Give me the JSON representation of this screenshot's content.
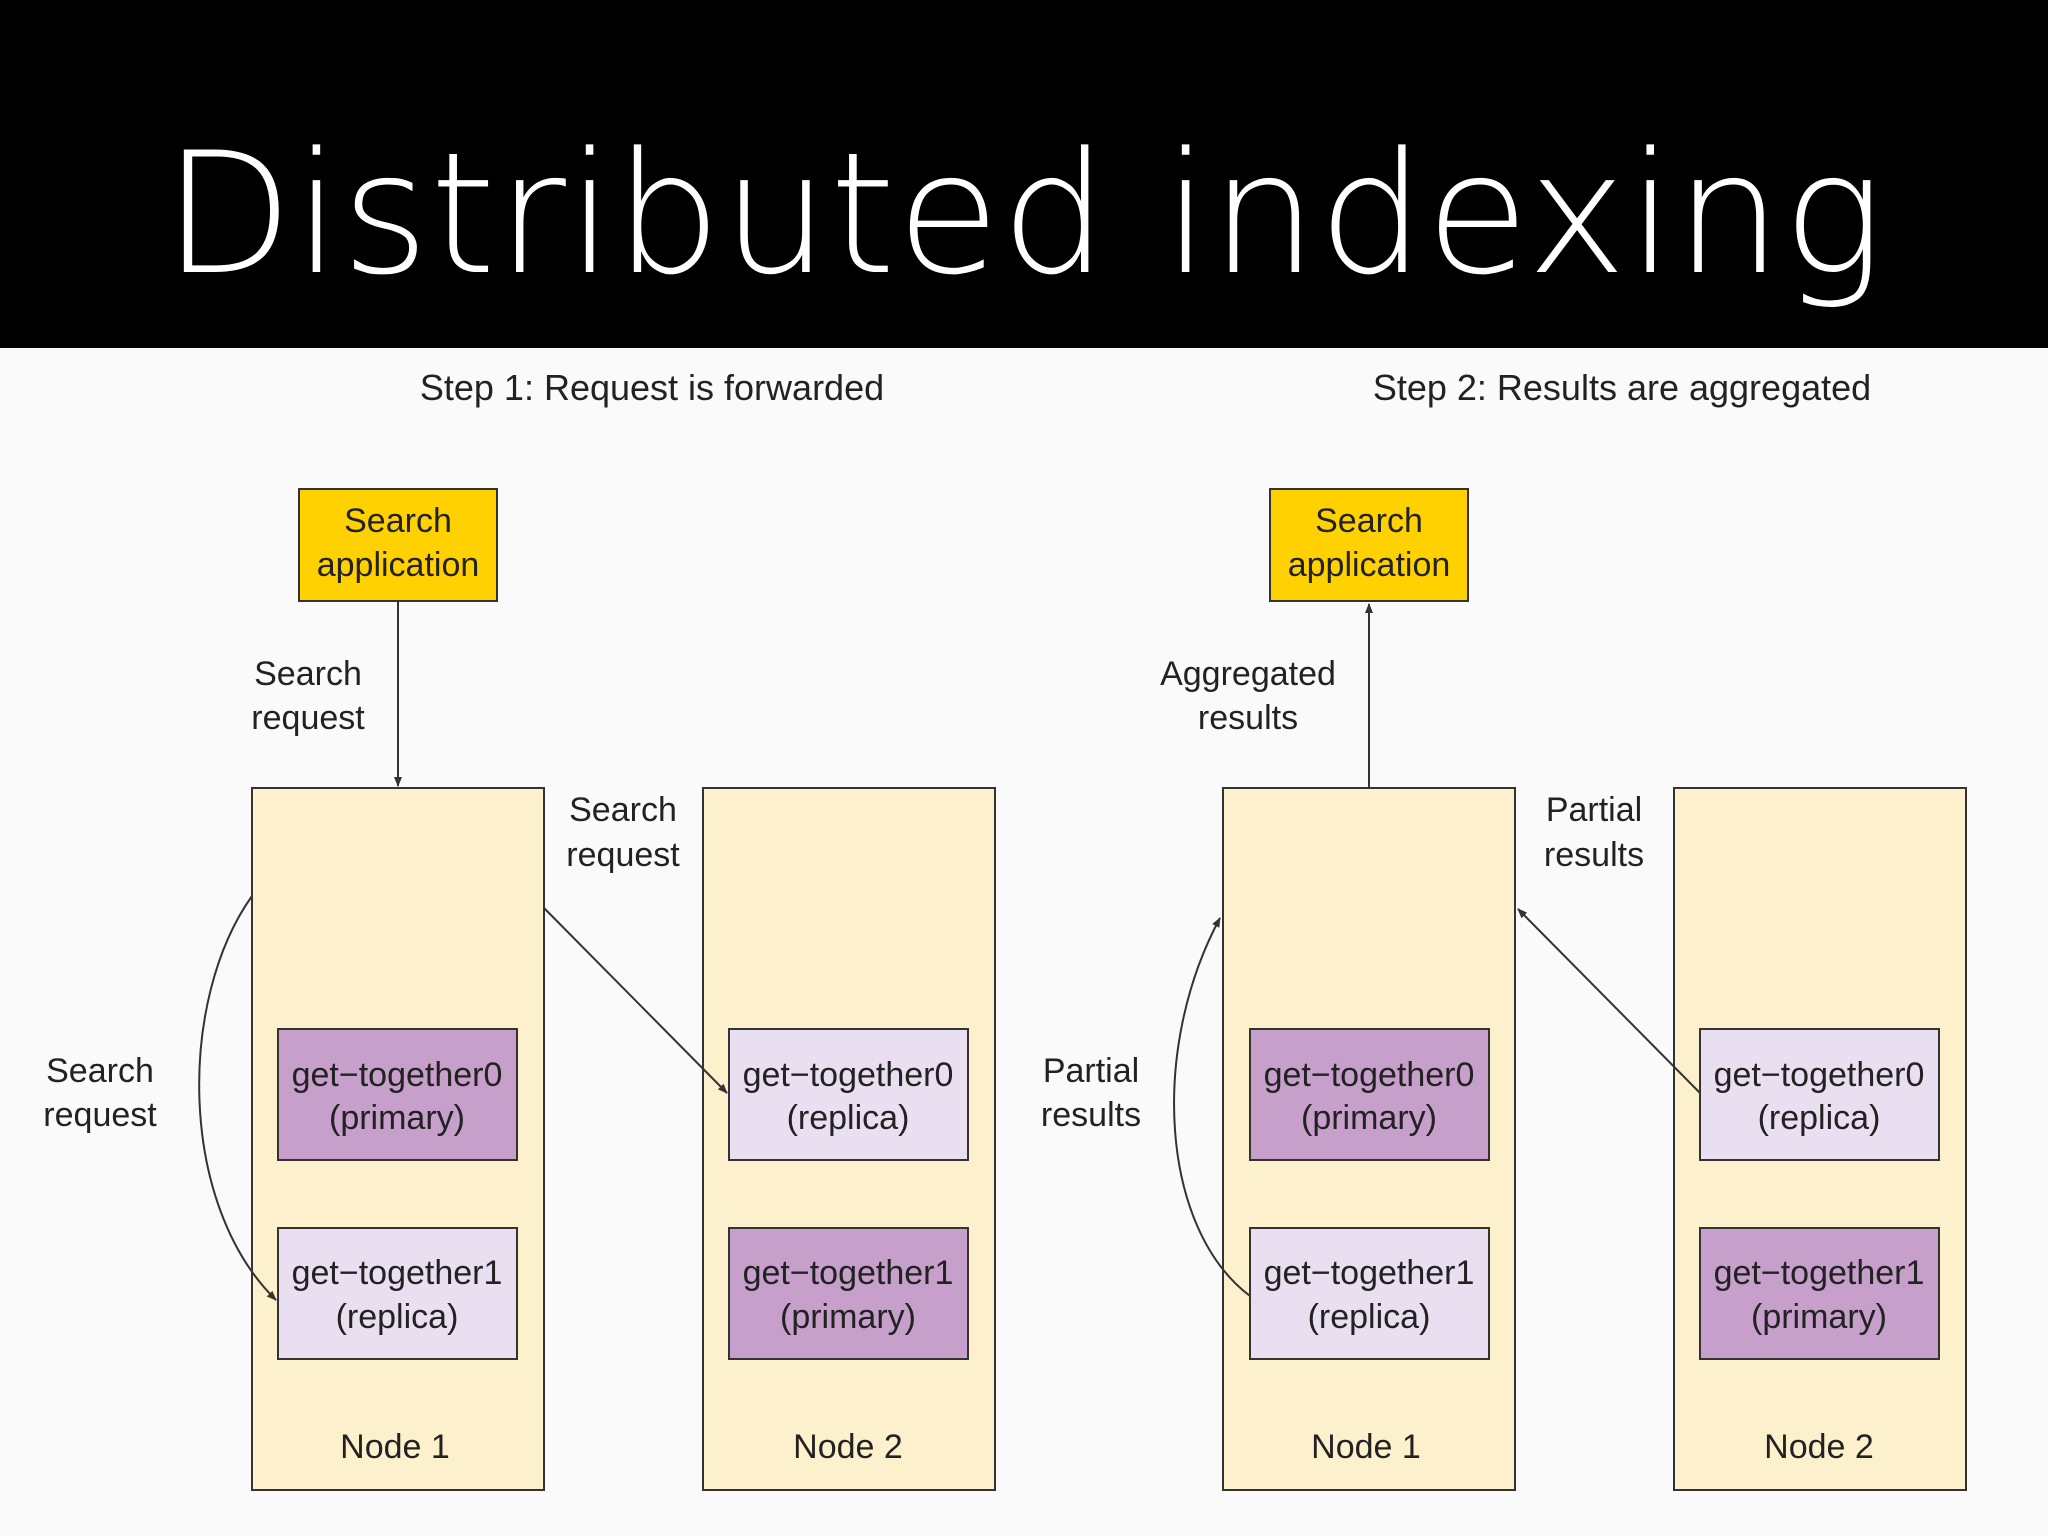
{
  "slide": {
    "title": "Distributed indexing"
  },
  "step1": {
    "heading": "Step 1: Request is forwarded",
    "app_line1": "Search",
    "app_line2": "application",
    "arrow_top_line1": "Search",
    "arrow_top_line2": "request",
    "arrow_cross_line1": "Search",
    "arrow_cross_line2": "request",
    "arrow_local_line1": "Search",
    "arrow_local_line2": "request",
    "node1": {
      "label": "Node 1",
      "shard_a_line1": "get−together0",
      "shard_a_line2": "(primary)",
      "shard_b_line1": "get−together1",
      "shard_b_line2": "(replica)"
    },
    "node2": {
      "label": "Node 2",
      "shard_a_line1": "get−together0",
      "shard_a_line2": "(replica)",
      "shard_b_line1": "get−together1",
      "shard_b_line2": "(primary)"
    }
  },
  "step2": {
    "heading": "Step 2: Results are aggregated",
    "app_line1": "Search",
    "app_line2": "application",
    "arrow_top_line1": "Aggregated",
    "arrow_top_line2": "results",
    "arrow_cross_line1": "Partial",
    "arrow_cross_line2": "results",
    "arrow_local_line1": "Partial",
    "arrow_local_line2": "results",
    "node1": {
      "label": "Node 1",
      "shard_a_line1": "get−together0",
      "shard_a_line2": "(primary)",
      "shard_b_line1": "get−together1",
      "shard_b_line2": "(replica)"
    },
    "node2": {
      "label": "Node 2",
      "shard_a_line1": "get−together0",
      "shard_a_line2": "(replica)",
      "shard_b_line1": "get−together1",
      "shard_b_line2": "(primary)"
    }
  },
  "colors": {
    "app_box": "#ffd100",
    "node_box": "#fdf0cc",
    "primary_shard": "#c79fcb",
    "replica_shard": "#eadff0",
    "stroke": "#333333"
  }
}
